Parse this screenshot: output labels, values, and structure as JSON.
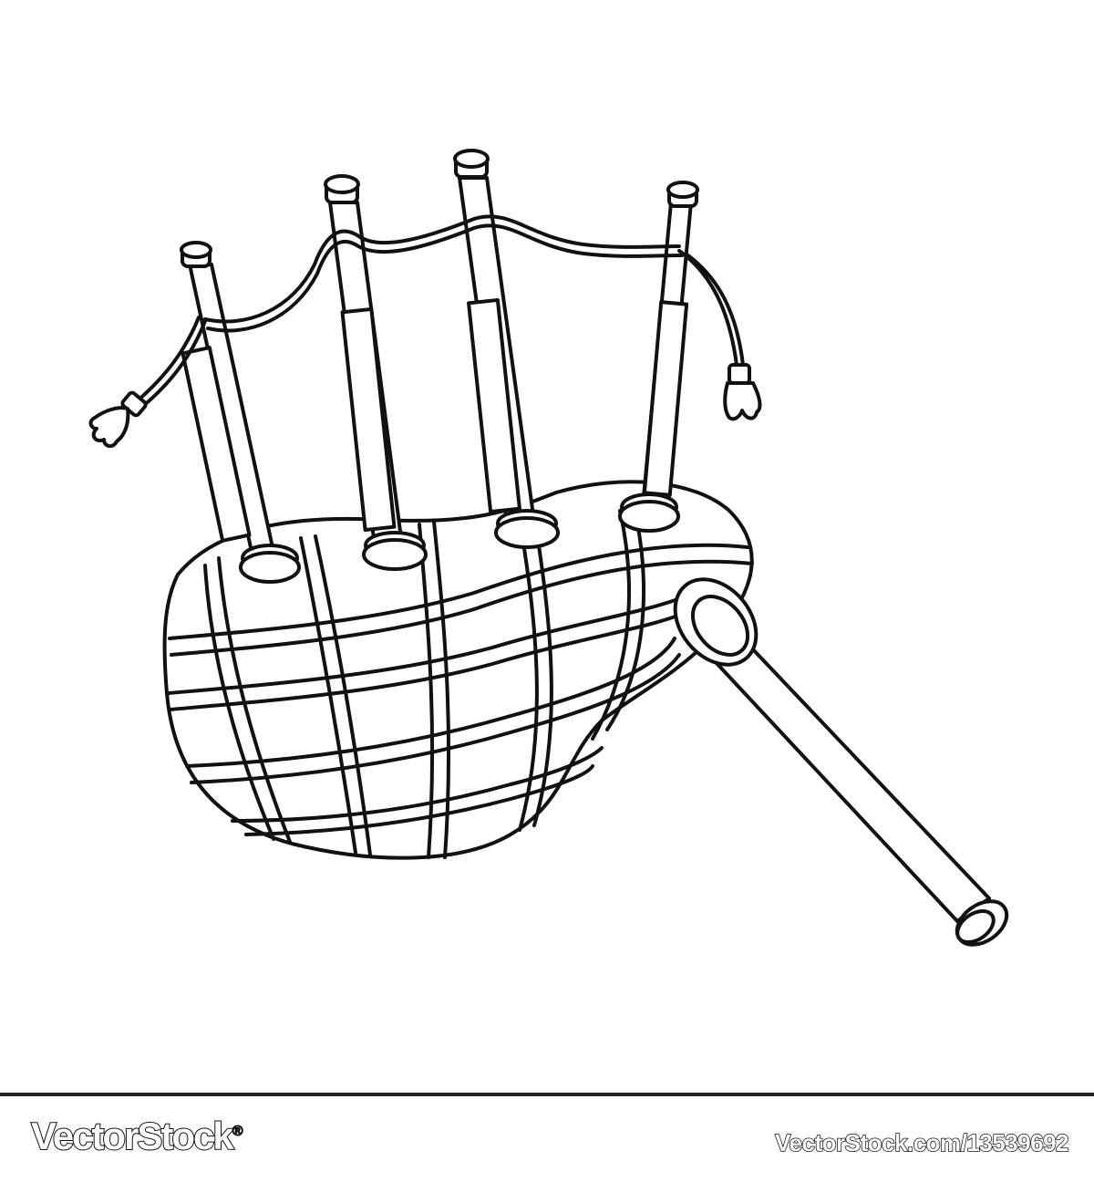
{
  "image": {
    "subject_icon": "bagpipes-line-drawing"
  },
  "footer": {
    "brand_name": "VectorStock",
    "brand_mark": "®",
    "item_url": "VectorStock.com/13539692"
  },
  "colors": {
    "ink": "#111111",
    "paper": "#ffffff"
  }
}
